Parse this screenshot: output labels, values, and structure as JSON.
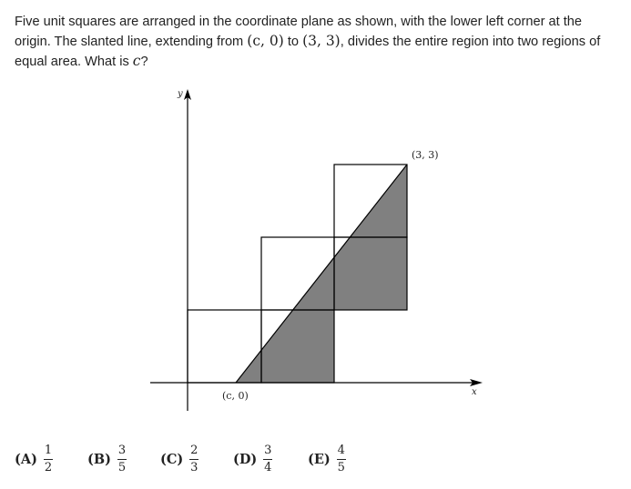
{
  "question": {
    "text_1": "Five unit squares are arranged in the coordinate plane as shown, with the lower left corner at the origin. The slanted line, extending from ",
    "math_1": "(c, 0)",
    "text_2": " to ",
    "math_2": "(3, 3)",
    "text_3": ", divides the entire region into two regions of equal area. What is ",
    "math_3": "c",
    "text_4": "?"
  },
  "figure": {
    "y_axis_label": "y",
    "x_axis_label": "x",
    "point_top_label": "(3, 3)",
    "point_bottom_label": "(c, 0)",
    "shade_color": "#808080",
    "line_color": "#000000"
  },
  "choices": [
    {
      "letter": "(A)",
      "numerator": "1",
      "denominator": "2"
    },
    {
      "letter": "(B)",
      "numerator": "3",
      "denominator": "5"
    },
    {
      "letter": "(C)",
      "numerator": "2",
      "denominator": "3"
    },
    {
      "letter": "(D)",
      "numerator": "3",
      "denominator": "4"
    },
    {
      "letter": "(E)",
      "numerator": "4",
      "denominator": "5"
    }
  ]
}
